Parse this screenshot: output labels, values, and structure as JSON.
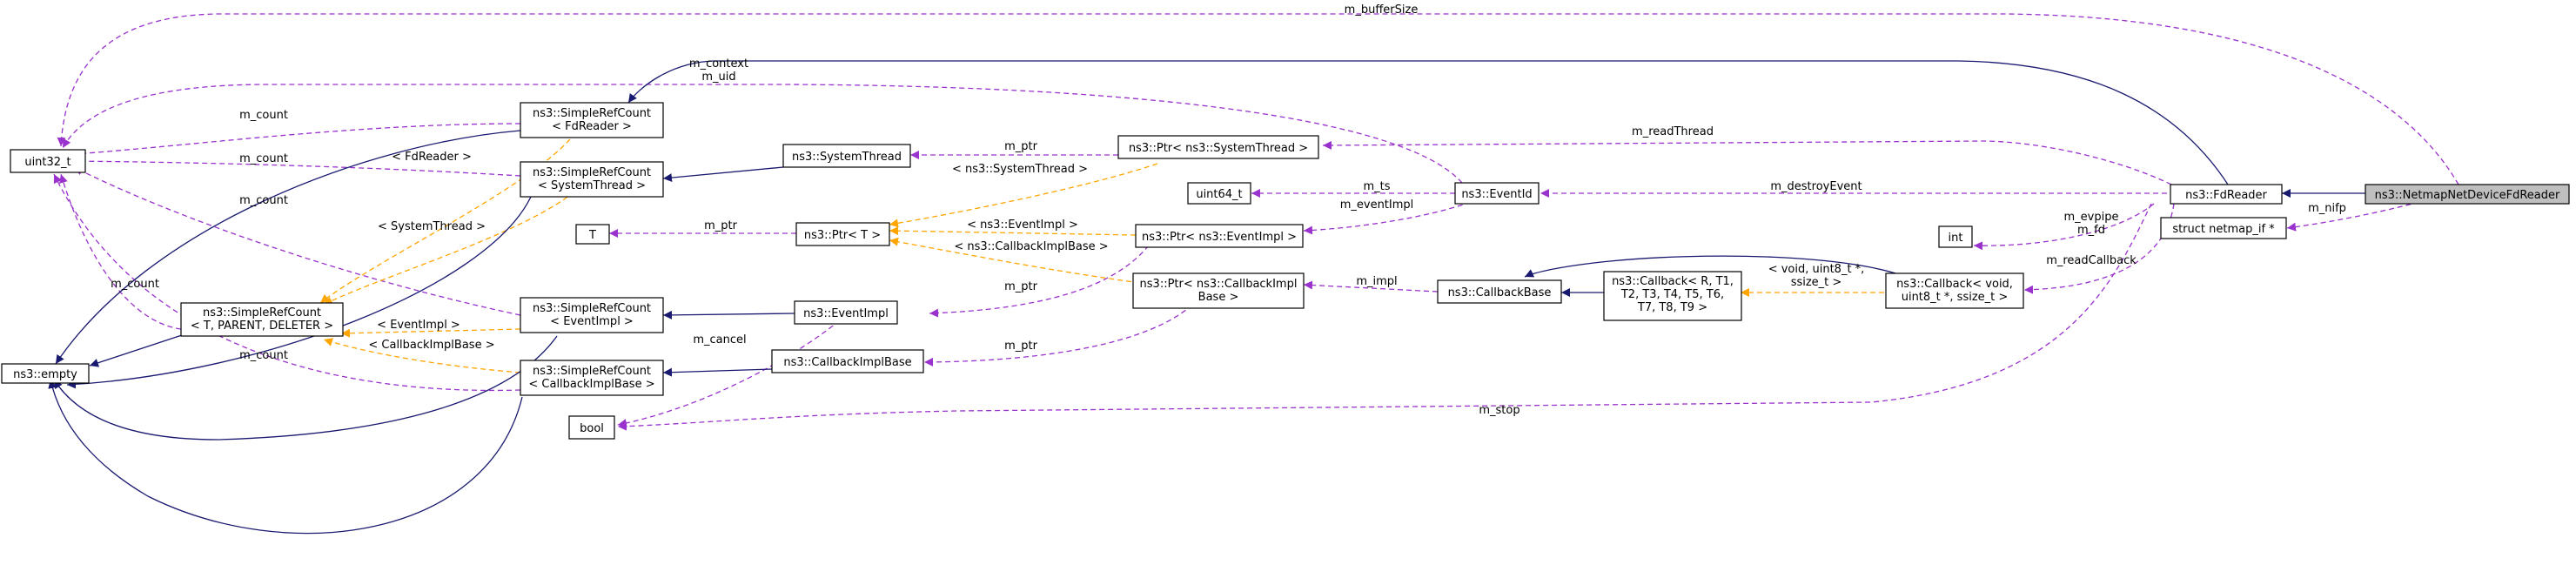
{
  "colors": {
    "inheritance": "#191970",
    "usage": "#9a32cd",
    "template": "#ffa500",
    "root_fill": "#bfbfbf"
  },
  "nodes": {
    "netmap_fdreader": [
      "ns3::NetmapNetDeviceFdReader"
    ],
    "fdreader": [
      "ns3::FdReader"
    ],
    "uint32": [
      "uint32_t"
    ],
    "empty": [
      "ns3::empty"
    ],
    "srefc_tpd": [
      "ns3::SimpleRefCount",
      "< T, PARENT, DELETER >"
    ],
    "srefc_fdreader": [
      "ns3::SimpleRefCount",
      "< FdReader >"
    ],
    "srefc_systhread": [
      "ns3::SimpleRefCount",
      "< SystemThread >"
    ],
    "srefc_eventimpl": [
      "ns3::SimpleRefCount",
      "< EventImpl >"
    ],
    "srefc_cbimplbase": [
      "ns3::SimpleRefCount",
      "< CallbackImplBase >"
    ],
    "T": [
      "T"
    ],
    "bool": [
      "bool"
    ],
    "systemthread": [
      "ns3::SystemThread"
    ],
    "ptr_T": [
      "ns3::Ptr< T >"
    ],
    "eventimpl": [
      "ns3::EventImpl"
    ],
    "cbimplbase": [
      "ns3::CallbackImplBase"
    ],
    "ptr_systhread": [
      "ns3::Ptr< ns3::SystemThread >"
    ],
    "uint64": [
      "uint64_t"
    ],
    "ptr_eventimpl": [
      "ns3::Ptr< ns3::EventImpl >"
    ],
    "ptr_cbimplbase": [
      "ns3::Ptr< ns3::CallbackImpl",
      "Base >"
    ],
    "eventid": [
      "ns3::EventId"
    ],
    "callbackbase": [
      "ns3::CallbackBase"
    ],
    "callback_generic": [
      "ns3::Callback< R, T1,",
      "T2, T3, T4, T5, T6,",
      "T7, T8, T9 >"
    ],
    "callback_void": [
      "ns3::Callback< void,",
      "uint8_t *, ssize_t >"
    ],
    "int": [
      "int"
    ],
    "netmap_if": [
      "struct netmap_if *"
    ]
  },
  "edge_labels": {
    "m_bufferSize": [
      "m_bufferSize"
    ],
    "m_nifp": [
      "m_nifp"
    ],
    "m_context_uid": [
      "m_context",
      "m_uid"
    ],
    "m_readThread": [
      "m_readThread"
    ],
    "m_destroyEvent": [
      "m_destroyEvent"
    ],
    "m_evpipe_fd": [
      "m_evpipe",
      "m_fd"
    ],
    "m_readCallback": [
      "m_readCallback"
    ],
    "m_stop": [
      "m_stop"
    ],
    "m_count_fdreader": [
      "m_count"
    ],
    "m_count_systhread": [
      "m_count"
    ],
    "m_count_eventimpl": [
      "m_count"
    ],
    "m_count_tpd": [
      "m_count"
    ],
    "m_count_cbimplbase": [
      "m_count"
    ],
    "tpl_fdreader": [
      "< FdReader >"
    ],
    "tpl_systhread_srefc": [
      "< SystemThread >"
    ],
    "tpl_eventimpl_srefc": [
      "< EventImpl >"
    ],
    "tpl_cbimplbase_srefc": [
      "< CallbackImplBase >"
    ],
    "m_ptr_systhread": [
      "m_ptr"
    ],
    "tpl_ptr_systhread": [
      "< ns3::SystemThread >"
    ],
    "m_ptr_T": [
      "m_ptr"
    ],
    "tpl_ptr_eventimpl": [
      "< ns3::EventImpl >"
    ],
    "tpl_ptr_cbimplbase": [
      "< ns3::CallbackImplBase >"
    ],
    "m_ptr_eventimpl": [
      "m_ptr"
    ],
    "m_ptr_cbimplbase": [
      "m_ptr"
    ],
    "m_ts": [
      "m_ts"
    ],
    "m_eventImpl": [
      "m_eventImpl"
    ],
    "m_impl": [
      "m_impl"
    ],
    "tpl_callback": [
      "< void, uint8_t *,",
      "ssize_t >"
    ],
    "m_cancel": [
      "m_cancel"
    ]
  }
}
